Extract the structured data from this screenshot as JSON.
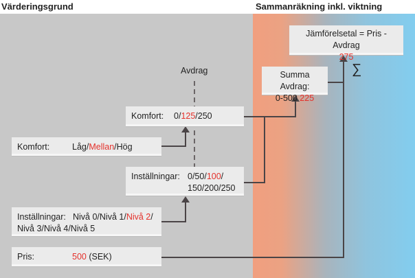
{
  "headers": {
    "left": "Värderingsgrund",
    "right": "Sammanräkning inkl. viktning"
  },
  "avdrag_label": "Avdrag",
  "sigma": "∑",
  "komfort_result": {
    "label": "Komfort:",
    "pre": "0/",
    "value": "125",
    "post": "/250"
  },
  "komfort_input": {
    "label": "Komfort:",
    "pre": "Låg/",
    "value": "Mellan",
    "post": "/Hög"
  },
  "installningar_result": {
    "label": "Inställningar:",
    "pre": "0/50/",
    "value": "100",
    "post": "/",
    "line2": "150/200/250"
  },
  "installningar_input": {
    "label": "Inställningar:",
    "pre": "Nivå 0/Nivå 1/",
    "value": "Nivå 2",
    "post": "/",
    "line2": "Nivå 3/Nivå 4/Nivå 5"
  },
  "pris": {
    "label": "Pris:",
    "value": "500",
    "post": " (SEK)"
  },
  "summa": {
    "label": "Summa Avdrag:",
    "pre": "0-500 ",
    "value": "225"
  },
  "jamforelsetal": {
    "label": "Jämförelsetal = Pris - Avdrag",
    "value": "275"
  },
  "colors": {
    "highlight": "#e4312b",
    "left_bg": "#c8c8c8",
    "grad_start": "#f19f7f",
    "grad_end": "#82cdef"
  }
}
